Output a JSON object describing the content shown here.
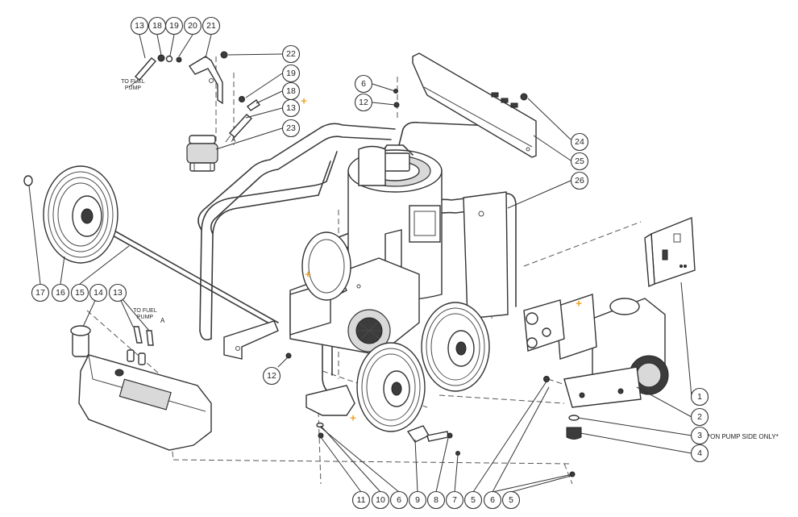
{
  "callouts": [
    {
      "num": "13"
    },
    {
      "num": "18"
    },
    {
      "num": "19"
    },
    {
      "num": "20"
    },
    {
      "num": "21"
    },
    {
      "num": "22"
    },
    {
      "num": "19"
    },
    {
      "num": "18"
    },
    {
      "num": "13"
    },
    {
      "num": "23"
    },
    {
      "num": "6"
    },
    {
      "num": "12"
    },
    {
      "num": "24"
    },
    {
      "num": "25"
    },
    {
      "num": "26"
    },
    {
      "num": "17"
    },
    {
      "num": "16"
    },
    {
      "num": "15"
    },
    {
      "num": "14"
    },
    {
      "num": "13"
    },
    {
      "num": "12"
    },
    {
      "num": "1"
    },
    {
      "num": "2"
    },
    {
      "num": "3"
    },
    {
      "num": "4"
    },
    {
      "num": "11"
    },
    {
      "num": "10"
    },
    {
      "num": "6"
    },
    {
      "num": "9"
    },
    {
      "num": "8"
    },
    {
      "num": "7"
    },
    {
      "num": "5"
    },
    {
      "num": "6"
    },
    {
      "num": "5"
    }
  ],
  "labels": {
    "to_fuel_pump_line1": "TO FUEL",
    "to_fuel_pump_line2": "PUMP",
    "to_fuel_pump2_line1": "TO FUEL",
    "to_fuel_pump2_line2": "PUMP",
    "marker_a_top": "A",
    "marker_a_tank": "A",
    "pump_side_note": "*ON PUMP SIDE ONLY*",
    "plus_marker": "+"
  }
}
